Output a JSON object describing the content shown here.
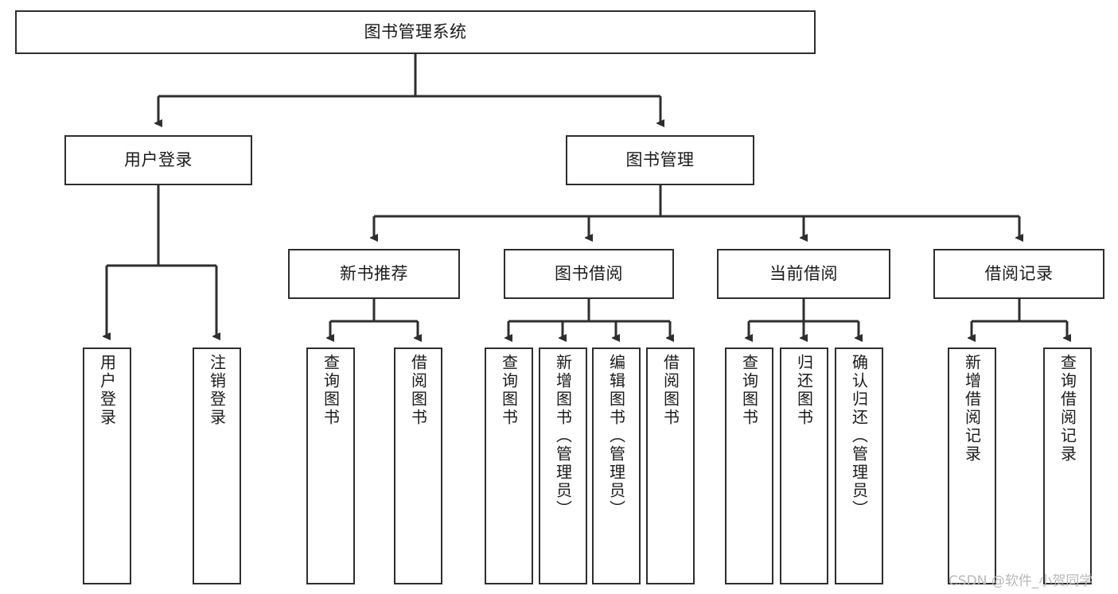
{
  "diagram": {
    "type": "tree",
    "title": "图书管理系统",
    "root": {
      "id": "root",
      "label": "图书管理系统",
      "orientation": "horizontal"
    },
    "level2": [
      {
        "id": "user-login",
        "label": "用户登录",
        "orientation": "horizontal"
      },
      {
        "id": "book-management",
        "label": "图书管理",
        "orientation": "horizontal"
      }
    ],
    "level3": [
      {
        "id": "new-book-recommend",
        "label": "新书推荐",
        "orientation": "horizontal",
        "parent": "book-management"
      },
      {
        "id": "book-borrow",
        "label": "图书借阅",
        "orientation": "horizontal",
        "parent": "book-management"
      },
      {
        "id": "current-borrow",
        "label": "当前借阅",
        "orientation": "horizontal",
        "parent": "book-management"
      },
      {
        "id": "borrow-record",
        "label": "借阅记录",
        "orientation": "horizontal",
        "parent": "book-management"
      }
    ],
    "leaves": [
      {
        "id": "leaf-user-login",
        "label": "用户登录",
        "parent": "user-login"
      },
      {
        "id": "leaf-user-logout",
        "label": "注销登录",
        "parent": "user-login"
      },
      {
        "id": "leaf-rec-query-book",
        "label": "查询图书",
        "parent": "new-book-recommend"
      },
      {
        "id": "leaf-rec-borrow-book",
        "label": "借阅图书",
        "parent": "new-book-recommend"
      },
      {
        "id": "leaf-bb-query-book",
        "label": "查询图书",
        "parent": "book-borrow"
      },
      {
        "id": "leaf-bb-add-book",
        "label": "新增图书（管理员）",
        "parent": "book-borrow"
      },
      {
        "id": "leaf-bb-edit-book",
        "label": "编辑图书（管理员）",
        "parent": "book-borrow"
      },
      {
        "id": "leaf-bb-borrow-book",
        "label": "借阅图书",
        "parent": "book-borrow"
      },
      {
        "id": "leaf-cb-query-book",
        "label": "查询图书",
        "parent": "current-borrow"
      },
      {
        "id": "leaf-cb-return-book",
        "label": "归还图书",
        "parent": "current-borrow"
      },
      {
        "id": "leaf-cb-confirm-return",
        "label": "确认归还（管理员）",
        "parent": "current-borrow"
      },
      {
        "id": "leaf-br-add-record",
        "label": "新增借阅记录",
        "parent": "borrow-record"
      },
      {
        "id": "leaf-br-query-record",
        "label": "查询借阅记录",
        "parent": "borrow-record"
      }
    ],
    "colors": {
      "box_border": "#2e2e2e",
      "box_fill": "#ffffff",
      "edge": "#2e2e2e",
      "text": "#1b1b1b",
      "watermark": "#b9b9b9",
      "background": "#ffffff"
    }
  },
  "watermark": {
    "text": "CSDN @软件_小贺同学"
  }
}
